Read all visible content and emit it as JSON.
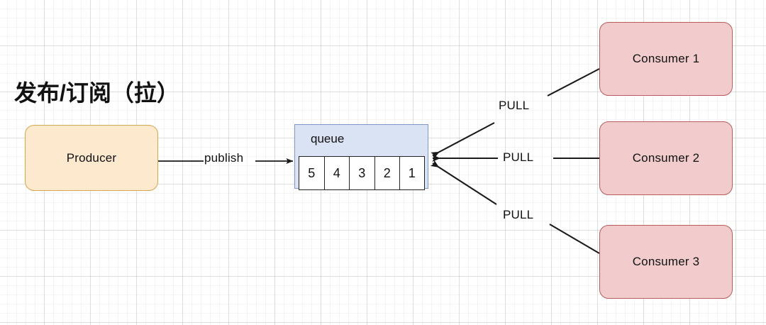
{
  "diagram": {
    "title": "发布/订阅（拉）",
    "nodes": {
      "producer": {
        "label": "Producer"
      },
      "queue": {
        "label": "queue",
        "cells": [
          "5",
          "4",
          "3",
          "2",
          "1"
        ]
      },
      "consumers": [
        {
          "label": "Consumer 1"
        },
        {
          "label": "Consumer 2"
        },
        {
          "label": "Consumer 3"
        }
      ]
    },
    "edges": {
      "publish": {
        "label": "publish"
      },
      "pull": [
        {
          "label": "PULL"
        },
        {
          "label": "PULL"
        },
        {
          "label": "PULL"
        }
      ]
    },
    "colors": {
      "producer_fill": "#FCE9CE",
      "producer_border": "#D6A64B",
      "queue_fill": "#DAE3F3",
      "queue_border": "#8096C8",
      "consumer_fill": "#F2CCCC",
      "consumer_border": "#B85C5C",
      "edge": "#1a1a1a",
      "grid": "#aaaaaa",
      "background": "#ffffff"
    }
  }
}
